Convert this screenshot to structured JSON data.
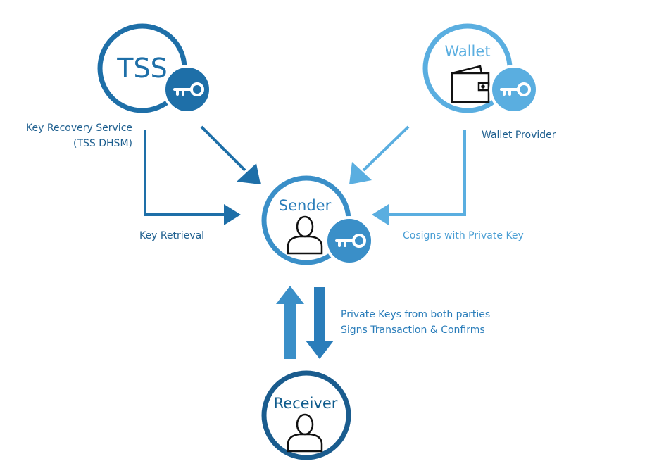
{
  "colors": {
    "dark_blue": "#1e6fa8",
    "mid_blue": "#3a8fc8",
    "light_blue": "#5aaee0",
    "navy": "#0f5b8c",
    "icon_black": "#111111",
    "label_text": "#1e5f8f",
    "light_label_text": "#4a9ed4"
  },
  "nodes": {
    "tss": {
      "title": "TSS",
      "icon": "key-icon"
    },
    "wallet": {
      "title": "Wallet",
      "icon": "wallet-icon",
      "badge_icon": "key-icon"
    },
    "sender": {
      "title": "Sender",
      "icon": "person-icon",
      "badge_icon": "key-icon"
    },
    "receiver": {
      "title": "Receiver",
      "icon": "person-icon"
    }
  },
  "labels": {
    "tss_caption_line1": "Key Recovery Service",
    "tss_caption_line2": "(TSS DHSM)",
    "wallet_caption": "Wallet Provider",
    "key_retrieval": "Key Retrieval",
    "cosigns": "Cosigns with Private Key",
    "exchange_line1": "Private Keys from both parties",
    "exchange_line2": "Signs Transaction & Confirms"
  }
}
